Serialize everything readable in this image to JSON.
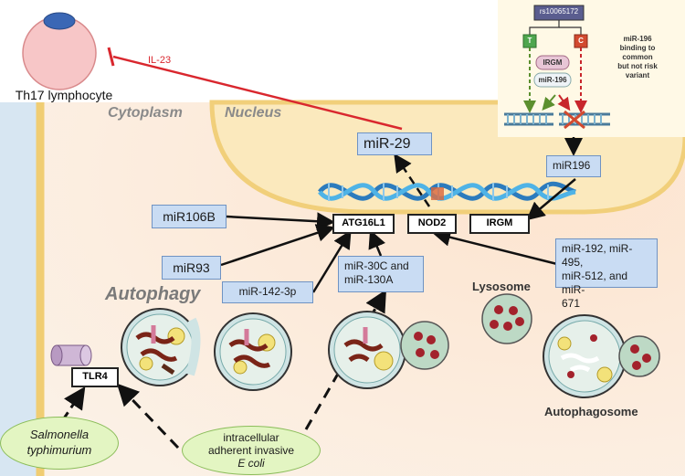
{
  "cell": {
    "name": "Th17 lymphocyte",
    "signal": "IL-23"
  },
  "regions": {
    "cytoplasm": "Cytoplasm",
    "nucleus": "Nucleus",
    "autophagy": "Autophagy",
    "lysosome": "Lysosome",
    "autophagosome": "Autophagosome"
  },
  "genes": {
    "atg16l1": "ATG16L1",
    "nod2": "NOD2",
    "irgm": "IRGM",
    "tlr4": "TLR4"
  },
  "mirnas": {
    "mir29": "miR-29",
    "mir106b": "miR106B",
    "mir93": "miR93",
    "mir142": "miR-142-3p",
    "mir30c_line1": "miR-30C and",
    "mir30c_line2": "miR-130A",
    "mir196": "miR196",
    "mir192_line1": "miR-192, miR-495,",
    "mir192_line2": "miR-512, and miR-",
    "mir192_line3": "671"
  },
  "bacteria": {
    "salmonella_line1": "Salmonella",
    "salmonella_line2": "typhimurium",
    "ecoli_line1": "intracellular",
    "ecoli_line2": "adherent invasive",
    "ecoli_line3": "E coli"
  },
  "inset": {
    "snp": "rs10065172",
    "allele_t": "T",
    "allele_c": "C",
    "irgm": "IRGM",
    "mir196": "miR-196",
    "note_line1": "miR-196",
    "note_line2": "binding to",
    "note_line3": "common",
    "note_line4": "but not risk",
    "note_line5": "variant"
  },
  "colors": {
    "box_fill": "#c9dcf3",
    "box_border": "#6f93c3",
    "inhibition": "#d9272e",
    "membrane": "#f3d58a",
    "oval_fill": "#e3f5c2"
  }
}
